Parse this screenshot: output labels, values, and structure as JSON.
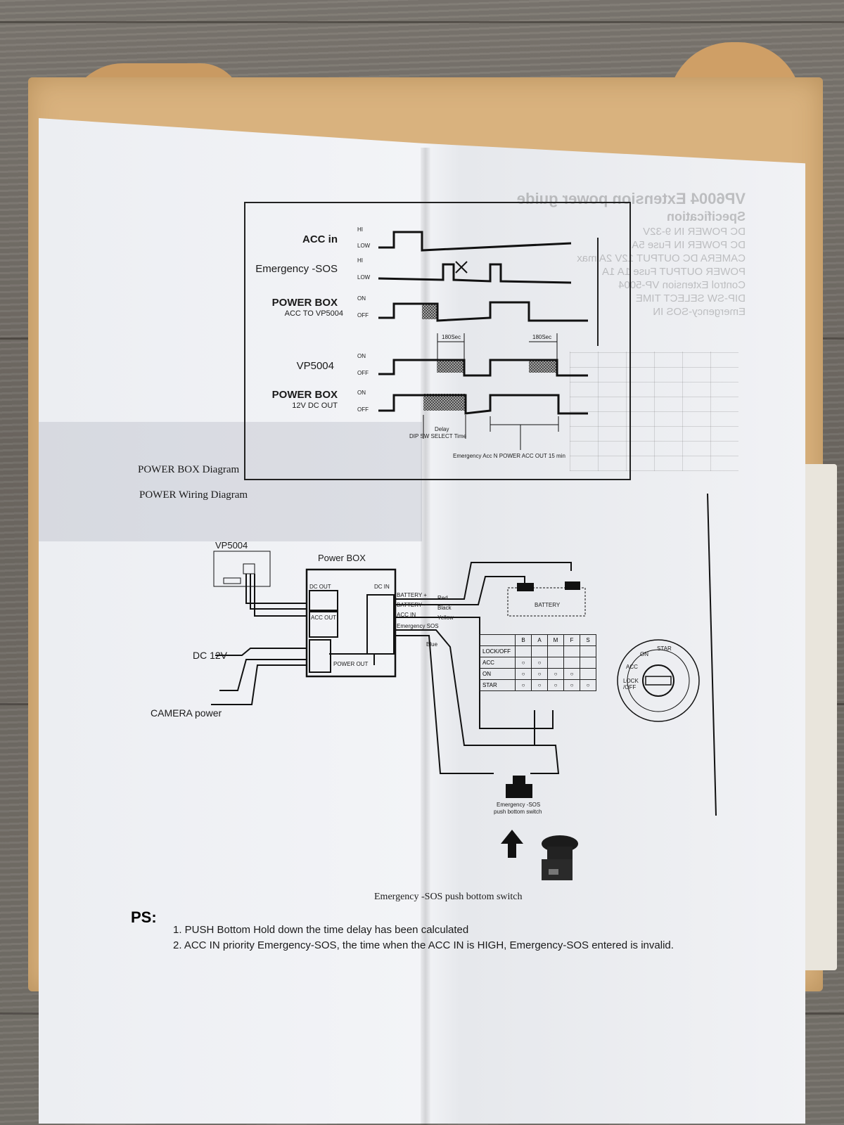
{
  "timing_chart": {
    "signals": [
      {
        "label": "ACC in",
        "sub": "",
        "hi": "HI",
        "lo": "LOW"
      },
      {
        "label": "Emergency -SOS",
        "sub": "",
        "hi": "HI",
        "lo": "LOW"
      },
      {
        "label": "POWER BOX",
        "sub": "ACC TO VP5004",
        "hi": "ON",
        "lo": "OFF"
      },
      {
        "label": "VP5004",
        "sub": "",
        "hi": "ON",
        "lo": "OFF"
      },
      {
        "label": "POWER BOX",
        "sub": "12V DC OUT",
        "hi": "ON",
        "lo": "OFF"
      }
    ],
    "delay_180_a": "180Sec",
    "delay_180_b": "180Sec",
    "delay_note_1": "Delay",
    "delay_note_2": "DIP SW SELECT Time",
    "footer_note": "Emergency  Acc  N  POWER  ACC  OUT        15 min"
  },
  "captions": {
    "power_box_diagram": "POWER BOX Diagram",
    "power_wiring_diagram": "POWER Wiring Diagram",
    "sos_switch": "Emergency -SOS push bottom switch"
  },
  "wiring": {
    "vp5004": "VP5004",
    "power_box": "Power BOX",
    "dc_out": "DC OUT",
    "dc_in": "DC IN",
    "acc_out": "ACC OUT",
    "power_out": "POWER OUT",
    "battery_term": "BATTERY +",
    "battery_neg": "BATTERY -",
    "acc_in": "ACC IN",
    "emergency_sos": "Emergency  SOS",
    "red": "Red",
    "black": "Black",
    "yellow": "Yellow",
    "blue": "Blue",
    "battery": "BATTERY",
    "dc12v": "DC 12V",
    "camera_power": "CAMERA power",
    "sos_caption_1": "Emergency  -SOS",
    "sos_caption_2": "push bottom switch",
    "key_on": "ON",
    "key_star": "STAR",
    "key_acc": "ACC",
    "key_lock": "LOCK /OFF"
  },
  "switch_table": {
    "headers": [
      "B",
      "A",
      "M",
      "F",
      "S"
    ],
    "rows": [
      "LOCK/OFF",
      "ACC",
      "ON",
      "STAR"
    ]
  },
  "ghost_text": {
    "title": "VP6004 Extension power guide",
    "sub": "Specification",
    "lines": [
      "DC POWER IN 9-32V",
      "DC POWER IN Fuse 5A",
      "CAMERA DC OUTPUT 12V 2A max",
      "POWER OUTPUT Fuse 1A 1A",
      "Control Extension VP-5004",
      "DIP-SW SELECT TIME",
      "Emergency-SOS IN"
    ]
  },
  "ps": {
    "head": "PS:",
    "line1": "1. PUSH Bottom Hold down the time delay has been calculated",
    "line2": "2. ACC IN priority Emergency-SOS, the time when the ACC IN is HIGH, Emergency-SOS entered is invalid."
  }
}
